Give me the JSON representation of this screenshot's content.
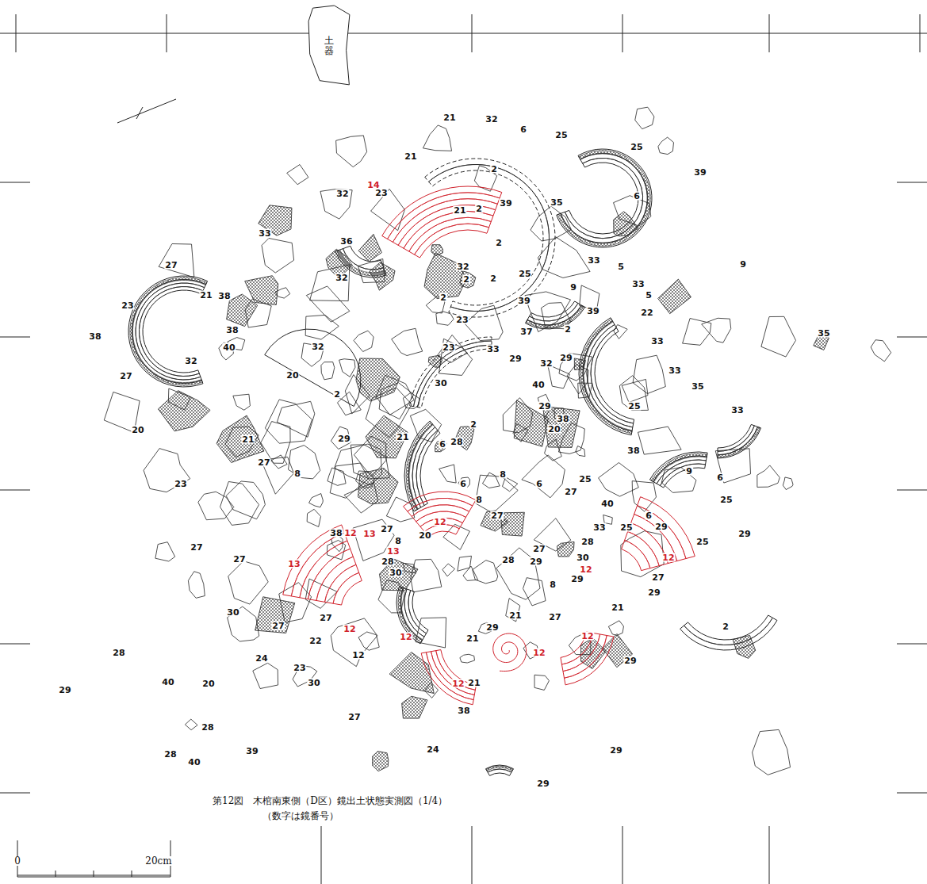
{
  "diagram": {
    "caption": "第12図　木棺南東側（D区）鏡出土状態実測図（1/4）",
    "nodes": [
      {
        "text": [
          "土器"
        ]
      }
    ],
    "labels": [
      "21",
      "32",
      "6",
      "25",
      "25",
      "39",
      "21",
      "2",
      "14",
      "23",
      "32",
      "21",
      "2",
      "39",
      "35",
      "6",
      "36",
      "2",
      "33",
      "27",
      "32",
      "2",
      "2",
      "25",
      "33",
      "5",
      "33",
      "5",
      "9",
      "32",
      "9",
      "23",
      "21",
      "38",
      "38",
      "40",
      "38",
      "2",
      "39",
      "39",
      "22",
      "23",
      "37",
      "2",
      "33",
      "35",
      "32",
      "27",
      "32",
      "23",
      "33",
      "29",
      "32",
      "29",
      "33",
      "20",
      "2",
      "30",
      "40",
      "29",
      "25",
      "35",
      "33",
      "38",
      "20",
      "2",
      "21",
      "29",
      "20",
      "6",
      "28",
      "38",
      "21",
      "27",
      "8",
      "23",
      "8",
      "6",
      "6",
      "27",
      "25",
      "8",
      "40",
      "9",
      "6",
      "25",
      "27",
      "12",
      "6",
      "33",
      "25",
      "29",
      "29",
      "25",
      "28",
      "12",
      "38",
      "12",
      "13",
      "27",
      "8",
      "13",
      "20",
      "27",
      "27",
      "27",
      "13",
      "28",
      "30",
      "28",
      "29",
      "30",
      "12",
      "27",
      "29",
      "8",
      "29",
      "21",
      "30",
      "27",
      "27",
      "12",
      "21",
      "27",
      "2",
      "29",
      "12",
      "21",
      "12",
      "22",
      "12",
      "12",
      "28",
      "24",
      "29",
      "23",
      "30",
      "40",
      "20",
      "12",
      "21",
      "29",
      "38",
      "27",
      "28",
      "24",
      "29",
      "28",
      "40",
      "39",
      "29",
      "（数字は鏡番号）",
      "0",
      "20cm"
    ]
  }
}
